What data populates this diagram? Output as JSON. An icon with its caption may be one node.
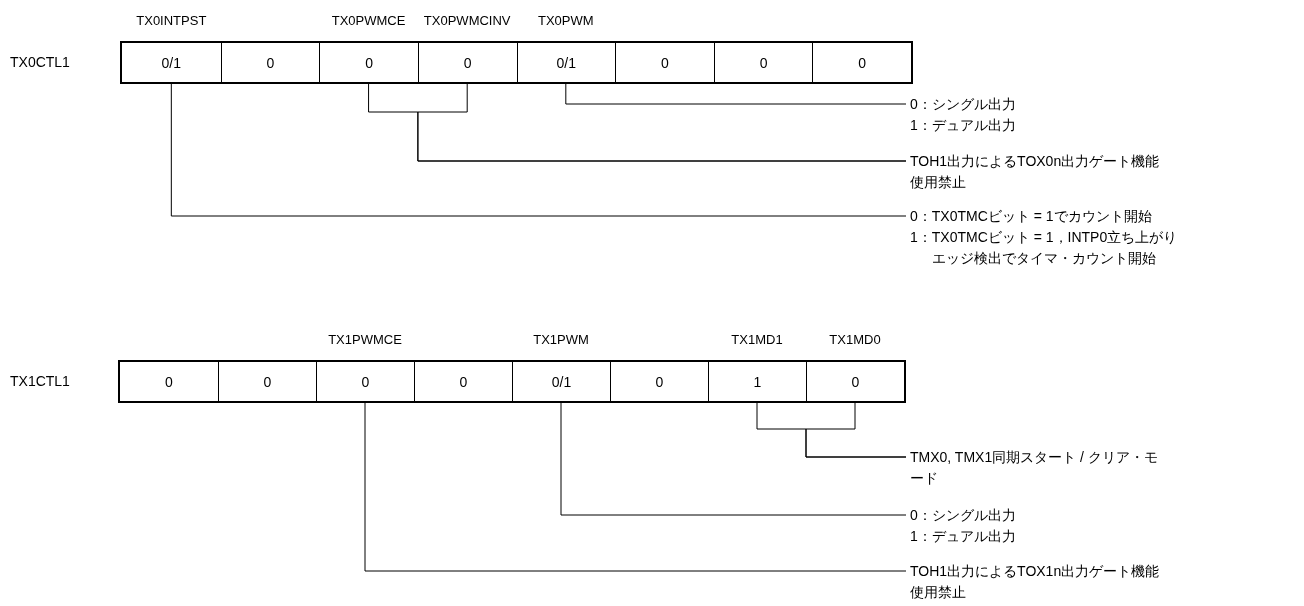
{
  "diagram": {
    "nodes": [
      {
        "text": [],
        "shape": "bar",
        "beside": [
          "TX0CTL1"
        ]
      },
      {
        "text": [
          "0/1"
        ],
        "in": 0,
        "beside": [
          "TX0INTPST"
        ]
      },
      {
        "text": [
          "0"
        ],
        "in": 0
      },
      {
        "text": [
          "0"
        ],
        "in": 0,
        "beside": [
          "TX0PWMCE"
        ]
      },
      {
        "text": [
          "0"
        ],
        "in": 0,
        "beside": [
          "TX0PWMCINV"
        ]
      },
      {
        "text": [
          "0/1"
        ],
        "in": 0,
        "beside": [
          "TX0PWM"
        ]
      },
      {
        "text": [
          "0"
        ],
        "in": 0
      },
      {
        "text": [
          "0"
        ],
        "in": 0
      },
      {
        "text": [
          "0"
        ],
        "in": 0
      },
      {
        "text": [
          "0：シングル出力",
          "1：デュアル出力"
        ]
      },
      {
        "text": [
          "TOH1出力によるTOX0n出力ゲート機能使用禁止"
        ]
      },
      {
        "text": [
          "0：TX0TMCビット = 1でカウント開始",
          "1：TX0TMCビット = 1，INTP0立ち上がりエッジ検出でタイマ・カウント開始"
        ]
      },
      {
        "text": [],
        "shape": "bar",
        "beside": [
          "TX1CTL1"
        ]
      },
      {
        "text": [
          "0"
        ],
        "in": 12
      },
      {
        "text": [
          "0"
        ],
        "in": 12
      },
      {
        "text": [
          "0"
        ],
        "in": 12,
        "beside": [
          "TX1PWMCE"
        ]
      },
      {
        "text": [
          "0"
        ],
        "in": 12
      },
      {
        "text": [
          "0/1"
        ],
        "in": 12,
        "beside": [
          "TX1PWM"
        ]
      },
      {
        "text": [
          "0"
        ],
        "in": 12
      },
      {
        "text": [
          "1"
        ],
        "in": 12,
        "beside": [
          "TX1MD1"
        ]
      },
      {
        "text": [
          "0"
        ],
        "in": 12,
        "beside": [
          "TX1MD0"
        ]
      },
      {
        "text": [
          "TMX0, TMX1同期スタート / クリア・モード"
        ]
      },
      {
        "text": [
          "0：シングル出力",
          "1：デュアル出力"
        ]
      },
      {
        "text": [
          "TOH1出力によるTOX1n出力ゲート機能使用禁止"
        ]
      }
    ],
    "edges": [
      {
        "from": 5,
        "to": 9,
        "arrow": "none"
      },
      {
        "from": 3,
        "to": 10,
        "arrow": "none"
      },
      {
        "from": 4,
        "to": 10,
        "arrow": "none"
      },
      {
        "from": 1,
        "to": 11,
        "arrow": "none"
      },
      {
        "from": 19,
        "to": 21,
        "arrow": "none"
      },
      {
        "from": 20,
        "to": 21,
        "arrow": "none"
      },
      {
        "from": 17,
        "to": 22,
        "arrow": "none"
      },
      {
        "from": 15,
        "to": 23,
        "arrow": "none"
      }
    ]
  }
}
